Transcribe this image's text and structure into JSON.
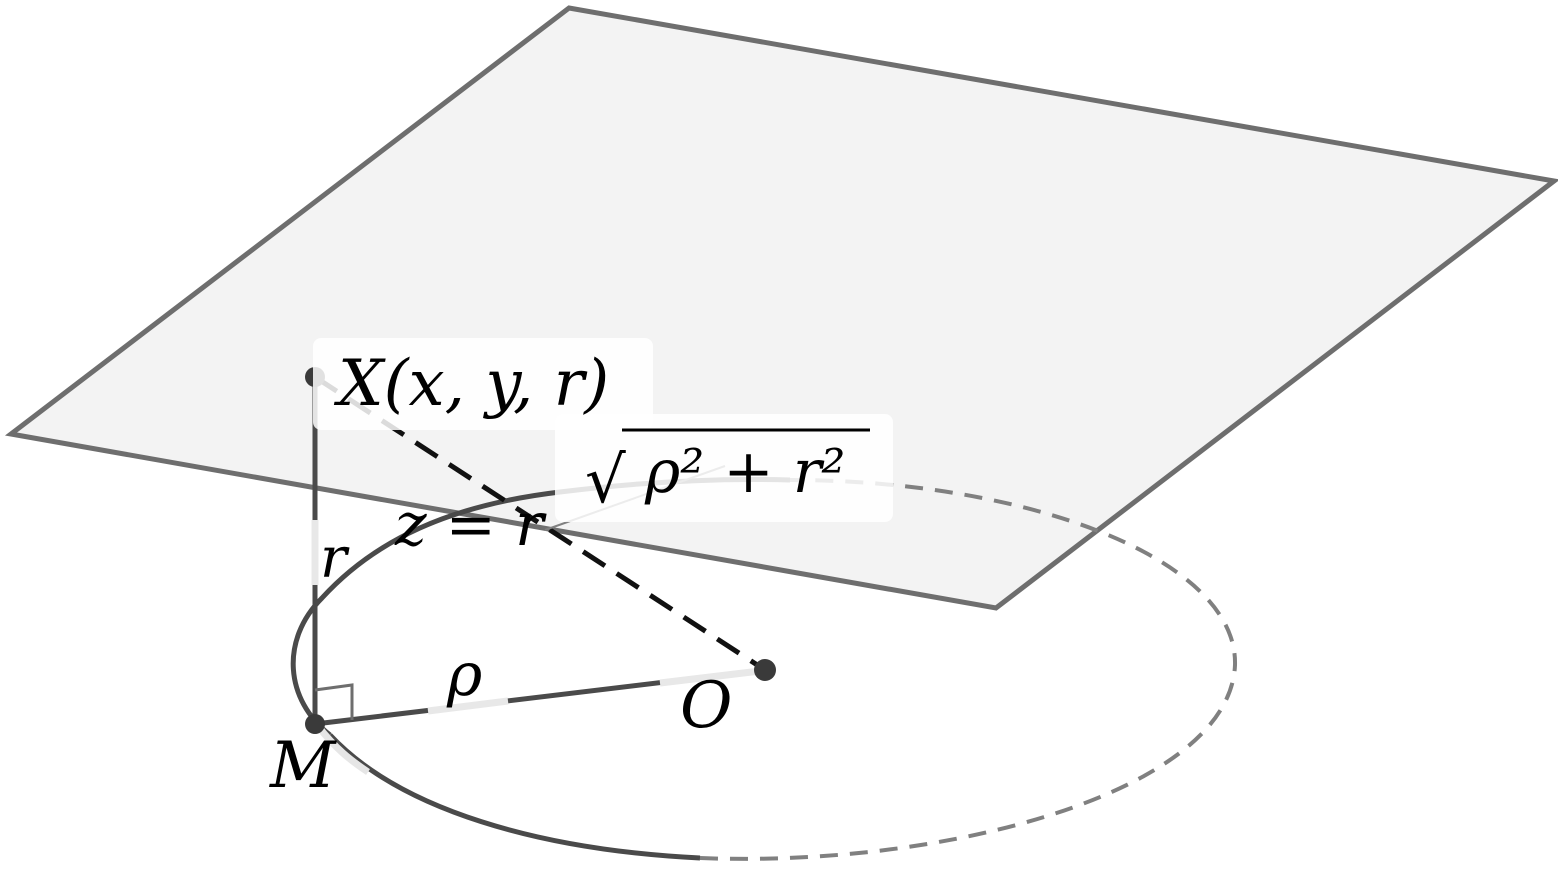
{
  "colors": {
    "plane_fill": "#f3f3f3",
    "plane_stroke": "#6e6e6e",
    "curve": "#4a4a4a",
    "dashed_back": "#808080",
    "dashed_main": "#111111",
    "point": "#3a3a3a"
  },
  "labels": {
    "point_x": "X(x, y, r)",
    "plane_eq": "z = r",
    "sqrt_symbol": "√",
    "sqrt_expr": "ρ² + r²",
    "height": "r",
    "rho": "ρ",
    "origin": "O",
    "foot": "M"
  }
}
